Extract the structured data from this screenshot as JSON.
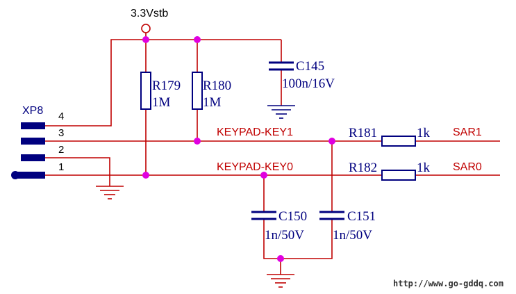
{
  "power": {
    "label": "3.3Vstb"
  },
  "connector": {
    "ref": "XP8",
    "pins": [
      "4",
      "3",
      "2",
      "1"
    ]
  },
  "resistors": [
    {
      "ref": "R179",
      "value": "1M"
    },
    {
      "ref": "R180",
      "value": "1M"
    },
    {
      "ref": "R181",
      "value": "1k"
    },
    {
      "ref": "R182",
      "value": "1k"
    }
  ],
  "capacitors": [
    {
      "ref": "C145",
      "value": "100n/16V"
    },
    {
      "ref": "C150",
      "value": "1n/50V"
    },
    {
      "ref": "C151",
      "value": "1n/50V"
    }
  ],
  "nets": {
    "key1": "KEYPAD-KEY1",
    "key0": "KEYPAD-KEY0",
    "sar1": "SAR1",
    "sar0": "SAR0"
  },
  "watermark": "http://www.go-gddq.com",
  "colors": {
    "wire": "#c00000",
    "component": "#00007f",
    "junction": "#e000e0"
  }
}
